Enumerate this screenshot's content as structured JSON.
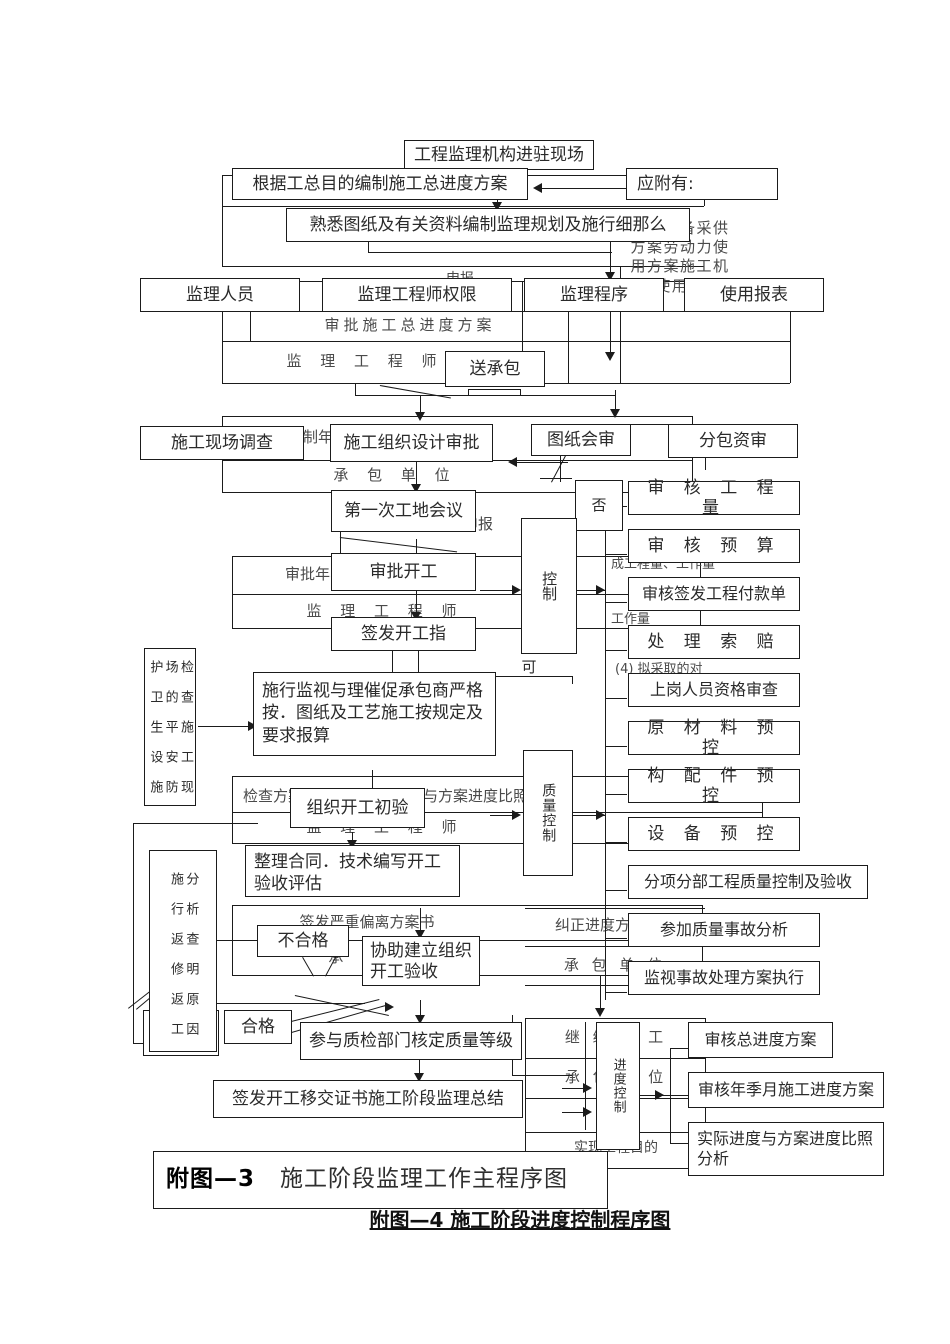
{
  "document": {
    "title": "施工阶段监理工作主程序图 / 施工阶段进度控制程序图",
    "captions": {
      "fig3_num": "附图—3",
      "fig3_text": "施工阶段监理工作主程序图",
      "fig4": "附图—4  施工阶段进度控制程序图"
    }
  },
  "chart3": {
    "label": "施工阶段监理工作主程序图",
    "nodes": {
      "entry": "工程监理机构进驻现场",
      "familiarize": "熟悉图纸及有关资料编制监理规划及施行细那么",
      "staff": "监理人员",
      "authority": "监理工程师权限",
      "procedure": "监理程序",
      "forms": "使用报表",
      "survey": "施工现场调查",
      "design_review": "施工组织设计审批",
      "drawing_review": "图纸会审",
      "sub_review": "分包资审",
      "first_meeting": "第一次工地会议",
      "approve_start": "审批开工",
      "issue_start": "签发开工指",
      "no": "否",
      "ok": "可",
      "supervise": "施行监视与理催促承包商严格按．图纸及工艺施工按规定及要求报算",
      "org_initial": "组织开工初验",
      "contract_sort": "整理合同．技术编写开工验收评估",
      "unqualified": "不合格",
      "assist": "协助建立组织开工验收",
      "qualified": "合格",
      "supervisor": "监理",
      "grade": "参与质检部门核定质量等级",
      "handover": "签发开工移交证书施工阶段监理总结",
      "quality_control": "质量控制",
      "check_safety": "检 查\n施 工\n现 场\n的 平\n安 防\n护 卫\n生 设\n施",
      "analyze": "分 析\n查 明\n原 因\n施 行\n返 修\n返 工",
      "qc_items": [
        "审 核 工 程 量",
        "审 核 预 算",
        "审核签发工程付款单",
        "处 理 索 赔",
        "上岗人员资格审查",
        "原 材 料 预 控",
        "构 配 件 预 控",
        "设 备 预 控",
        "分项分部工程质量控制及验收",
        "参加质量事故分析",
        "监视事故处理方案执行"
      ]
    }
  },
  "chart4": {
    "label": "施工阶段进度控制程序图",
    "nodes": {
      "master_plan": "根据工总目的编制施工总进度方案",
      "attach_title": "应附有:",
      "attach_body": "材料设备采供方案劳动力使用方案施工机械使用方案",
      "submit": "申报",
      "approve_master": "审批施工总进度方案",
      "supervisor_eng1": "监 理 工 程 师",
      "send_contractor": "送承包",
      "make_year": "编制年、",
      "contractor_unit1": "承 包 单 位",
      "submit2": "申报",
      "approve_year": "审批年、",
      "plan_word": "案",
      "supervisor_eng2": "监 理 工 程 师",
      "control": "控制",
      "check_exec": "检查方案执行情况实际进度与方案进度比照",
      "supervisor_eng3": "监 理 工 程 师",
      "serious_dev": "签发严重偏离方案书",
      "correct": "纠正进度方案偏离",
      "contractor_unit2": "承 包 单 位",
      "continue": "继 续 施 工",
      "contractor_unit3": "承 包 单 位",
      "achieve": "实现工程目的",
      "progress_control": "进度控制",
      "right_items": [
        "审核总进度方案",
        "审核年季月施工进度方案",
        "实际进度与方案进度比照分析"
      ]
    },
    "background_fragments": [
      "成工程量、工作量",
      "工作量",
      "(4)  拟采取的对",
      "工"
    ]
  },
  "chart_data": {
    "type": "diagram",
    "title": "施工阶段监理工作主程序图 / 施工阶段进度控制程序图",
    "diagram_kind": "flowchart",
    "overlay": "two overlapping construction supervision flowcharts printed on one page"
  }
}
